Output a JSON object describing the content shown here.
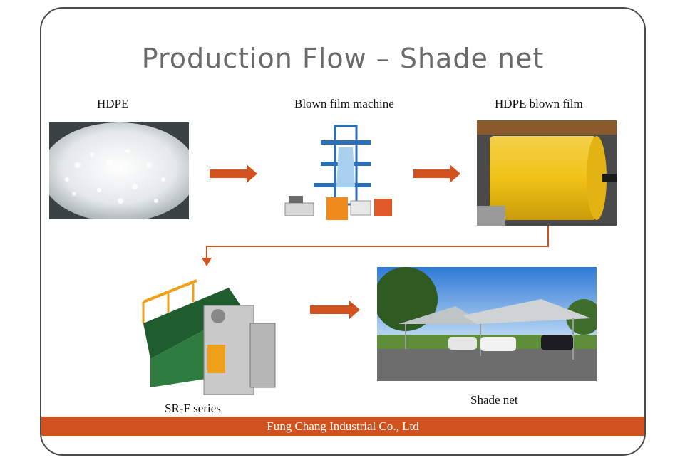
{
  "title": "Production Flow – Shade net",
  "steps": [
    {
      "label": "HDPE"
    },
    {
      "label": "Blown film machine"
    },
    {
      "label": "HDPE blown film"
    },
    {
      "label": "SR-F series"
    },
    {
      "label": "Shade net"
    }
  ],
  "footer": "Fung Chang Industrial Co., Ltd",
  "colors": {
    "arrow": "#d0531f",
    "footer_bg": "#d0531f",
    "frame": "#4a4a4a"
  }
}
